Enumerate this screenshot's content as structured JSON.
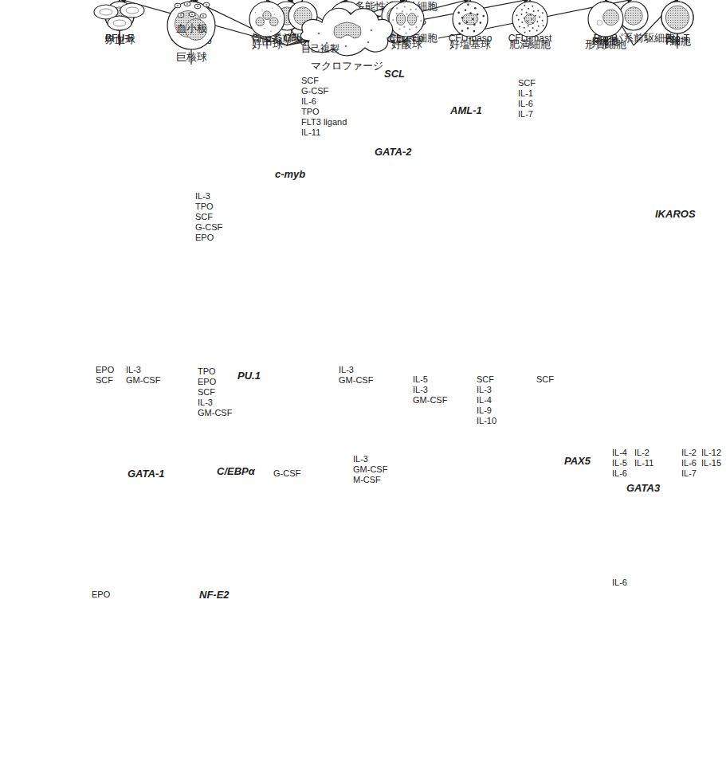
{
  "diagram": {
    "nodes": [
      {
        "text": [
          "多能性造血幹細胞"
        ]
      },
      {
        "text": [
          "多能性造血幹細胞"
        ]
      },
      {
        "text": [
          "骨髄系前駆細胞"
        ]
      },
      {
        "text": [
          "リンパ系前駆細胞"
        ]
      },
      {
        "text": [
          "BFU-E"
        ]
      },
      {
        "text": [
          "CFU-Meg"
        ]
      },
      {
        "text": [
          "CFU-GM"
        ]
      },
      {
        "text": [
          "CFU-Eo"
        ]
      },
      {
        "text": [
          "CFU-baso"
        ]
      },
      {
        "text": [
          "CFU-mast"
        ]
      },
      {
        "text": [
          "Pro-B"
        ]
      },
      {
        "text": [
          "Pro-T"
        ]
      },
      {
        "text": [
          "CFU-E"
        ]
      },
      {
        "text": [
          "CFU-G"
        ]
      },
      {
        "text": [
          "CFU-M"
        ]
      },
      {
        "text": [
          "Pre-B"
        ]
      },
      {
        "text": [
          "Pre-T"
        ]
      },
      {
        "text": [
          "巨核球"
        ]
      },
      {
        "text": [
          "好中球"
        ]
      },
      {
        "text": [
          "単球"
        ]
      },
      {
        "text": [
          "好酸球"
        ]
      },
      {
        "text": [
          "好塩基球"
        ]
      },
      {
        "text": [
          "肥満細胞"
        ]
      },
      {
        "text": [
          "B細胞"
        ]
      },
      {
        "text": [
          "T細胞"
        ]
      },
      {
        "text": [
          "赤血球"
        ]
      },
      {
        "text": [
          "血小板"
        ]
      },
      {
        "text": [
          "マクロファージ"
        ]
      },
      {
        "text": [
          "形質細胞"
        ]
      }
    ],
    "edges": [
      {
        "from": 0,
        "to": 1,
        "arrow": "to"
      },
      {
        "from": 1,
        "to": 0,
        "arrow": "to"
      },
      {
        "from": 1,
        "to": 2,
        "arrow": "to"
      },
      {
        "from": 1,
        "to": 3,
        "arrow": "to"
      },
      {
        "from": 2,
        "to": 4,
        "arrow": "to"
      },
      {
        "from": 2,
        "to": 5,
        "arrow": "to"
      },
      {
        "from": 2,
        "to": 6,
        "arrow": "to"
      },
      {
        "from": 2,
        "to": 7,
        "arrow": "to"
      },
      {
        "from": 2,
        "to": 8,
        "arrow": "to"
      },
      {
        "from": 2,
        "to": 9,
        "arrow": "to"
      },
      {
        "from": 3,
        "to": 10,
        "arrow": "to"
      },
      {
        "from": 3,
        "to": 11,
        "arrow": "to"
      },
      {
        "from": 4,
        "to": 12,
        "arrow": "to"
      },
      {
        "from": 5,
        "to": 17,
        "arrow": "to"
      },
      {
        "from": 6,
        "to": 13,
        "arrow": "to"
      },
      {
        "from": 6,
        "to": 14,
        "arrow": "to"
      },
      {
        "from": 7,
        "to": 20,
        "arrow": "to"
      },
      {
        "from": 8,
        "to": 21,
        "arrow": "to"
      },
      {
        "from": 9,
        "to": 22,
        "arrow": "to"
      },
      {
        "from": 10,
        "to": 15,
        "arrow": "to"
      },
      {
        "from": 11,
        "to": 16,
        "arrow": "to"
      },
      {
        "from": 12,
        "to": 25,
        "arrow": "to"
      },
      {
        "from": 17,
        "to": 26,
        "arrow": "to"
      },
      {
        "from": 13,
        "to": 18,
        "arrow": "to"
      },
      {
        "from": 14,
        "to": 19,
        "arrow": "to"
      },
      {
        "from": 19,
        "to": 27,
        "arrow": "to"
      },
      {
        "from": 15,
        "to": 23,
        "arrow": "to"
      },
      {
        "from": 16,
        "to": 24,
        "arrow": "to"
      },
      {
        "from": 23,
        "to": 28,
        "arrow": "to"
      }
    ],
    "labels": [
      "自己複製",
      "SCL",
      "SCF",
      "G-CSF",
      "IL-6",
      "TPO",
      "FLT3 ligand",
      "IL-11",
      "AML-1",
      "GATA-2",
      "c-myb",
      "SCF",
      "IL-1",
      "IL-6",
      "IL-7",
      "IKAROS",
      "IL-3",
      "TPO",
      "SCF",
      "G-CSF",
      "EPO",
      "EPO",
      "IL-3",
      "SCF",
      "GM-CSF",
      "TPO",
      "EPO",
      "SCF",
      "IL-3",
      "GM-CSF",
      "PU.1",
      "IL-3",
      "GM-CSF",
      "GATA-1",
      "C/EBPα",
      "G-CSF",
      "IL-3",
      "GM-CSF",
      "M-CSF",
      "IL-5",
      "IL-3",
      "GM-CSF",
      "SCF",
      "IL-3",
      "IL-4",
      "IL-9",
      "IL-10",
      "SCF",
      "PAX5",
      "IL-4",
      "IL-2",
      "IL-5",
      "IL-11",
      "IL-6",
      "GATA3",
      "IL-2",
      "IL-12",
      "IL-6",
      "IL-15",
      "IL-7",
      "NF-E2",
      "EPO",
      "IL-6"
    ]
  }
}
